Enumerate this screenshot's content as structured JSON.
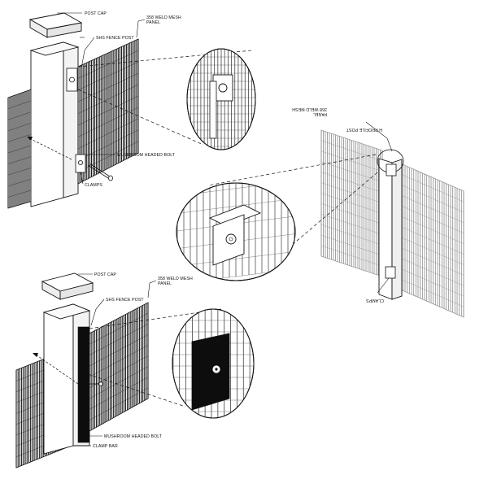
{
  "labels": {
    "top_post_cap": "POST CAP",
    "top_mesh_panel_line1": "358 WELD MESH",
    "top_mesh_panel_line2": "PANEL",
    "top_fence_post": "SHS FENCE POST",
    "top_bolt": "MUSHROOM HEADED BOLT",
    "top_clamps": "CLAMPS",
    "mid_mesh_panel_line1": "358 WELD MESH",
    "mid_mesh_panel_line2": "PANEL",
    "mid_h_post": "H PROFILE POST",
    "mid_clamps": "CLAMPS",
    "bot_post_cap": "POST CAP",
    "bot_mesh_panel_line1": "358 WELD MESH",
    "bot_mesh_panel_line2": "PANEL",
    "bot_fence_post": "SHS FENCE POST",
    "bot_bolt": "MUSHROOM HEADED BOLT",
    "bot_clamp_bar": "CLAMP BAR"
  },
  "colors": {
    "line": "#111111",
    "mesh_dark": "#1a1a1a",
    "mesh_light": "#9a9a9a",
    "clamp_bar": "#0d0d0d"
  }
}
